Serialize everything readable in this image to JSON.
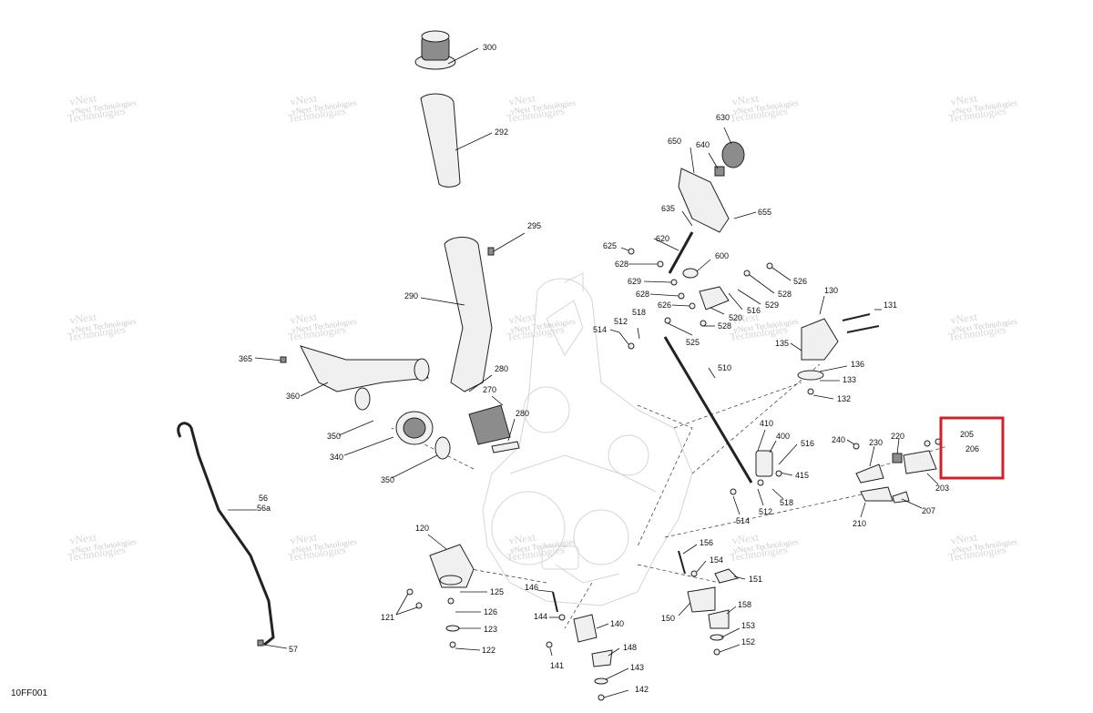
{
  "diagram": {
    "code": "10FF001",
    "watermark": {
      "line1": "vNext",
      "line2": "Technologies",
      "caption": "vNext Technologies"
    },
    "highlight": {
      "color": "#d21f2a",
      "labels": [
        "205",
        "206"
      ]
    },
    "callouts": {
      "c300": "300",
      "c292": "292",
      "c295": "295",
      "c290": "290",
      "c365": "365",
      "c360": "360",
      "c280a": "280",
      "c270": "270",
      "c280b": "280",
      "c350a": "350",
      "c340": "340",
      "c350b": "350",
      "c56": "56",
      "c56a": "56a",
      "c57": "57",
      "c630": "630",
      "c650": "650",
      "c640": "640",
      "c635": "635",
      "c655": "655",
      "c625": "625",
      "c620": "620",
      "c628a": "628",
      "c600": "600",
      "c629": "629",
      "c628b": "628",
      "c526a": "526",
      "c528a": "528",
      "c529": "529",
      "c626": "626",
      "c516a": "516",
      "c528b": "528",
      "c520": "520",
      "c514a": "514",
      "c512a": "512",
      "c518a": "518",
      "c525": "525",
      "c510": "510",
      "c130": "130",
      "c131": "131",
      "c135": "135",
      "c136": "136",
      "c133": "133",
      "c132": "132",
      "c410": "410",
      "c400": "400",
      "c516b": "516",
      "c415": "415",
      "c518b": "518",
      "c514b": "514",
      "c512b": "512",
      "c240": "240",
      "c230": "230",
      "c220": "220",
      "c205": "205",
      "c206": "206",
      "c203": "203",
      "c207": "207",
      "c210": "210",
      "c120": "120",
      "c125": "125",
      "c126": "126",
      "c121": "121",
      "c123": "123",
      "c122": "122",
      "c146": "146",
      "c144": "144",
      "c140": "140",
      "c148": "148",
      "c141": "141",
      "c143": "143",
      "c142": "142",
      "c156": "156",
      "c154": "154",
      "c151": "151",
      "c150": "150",
      "c158": "158",
      "c153": "153",
      "c152": "152"
    }
  }
}
